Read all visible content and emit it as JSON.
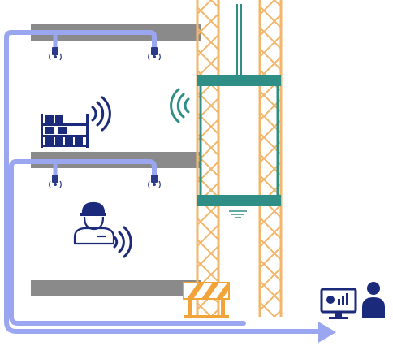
{
  "colors": {
    "background": "#ffffff",
    "floor_slab": "#8a8a8a",
    "network_cable": "#9aa6ef",
    "mast_truss": "#f2b56a",
    "hoist_cage": "#2f8f86",
    "hoist_cable": "#2f8f86",
    "wireless_signal": "#1b2a7a",
    "worker": "#1b2a7a",
    "pallet_rack": "#1b2a7a",
    "monitor_station": "#1b2a7a",
    "barrier_stripe_a": "#f2a33a",
    "barrier_stripe_b": "#ffffff",
    "sensor_node": "#2a3a8a"
  },
  "scene": {
    "floors": 3,
    "masts": 2,
    "sensor_nodes": 4,
    "icons": [
      "ceiling-sensor-icon",
      "pallet-rack-icon",
      "construction-worker-icon",
      "wifi-signal-icon",
      "hoist-cage-icon",
      "safety-barrier-icon",
      "monitoring-station-icon",
      "arrow-right-icon"
    ]
  }
}
